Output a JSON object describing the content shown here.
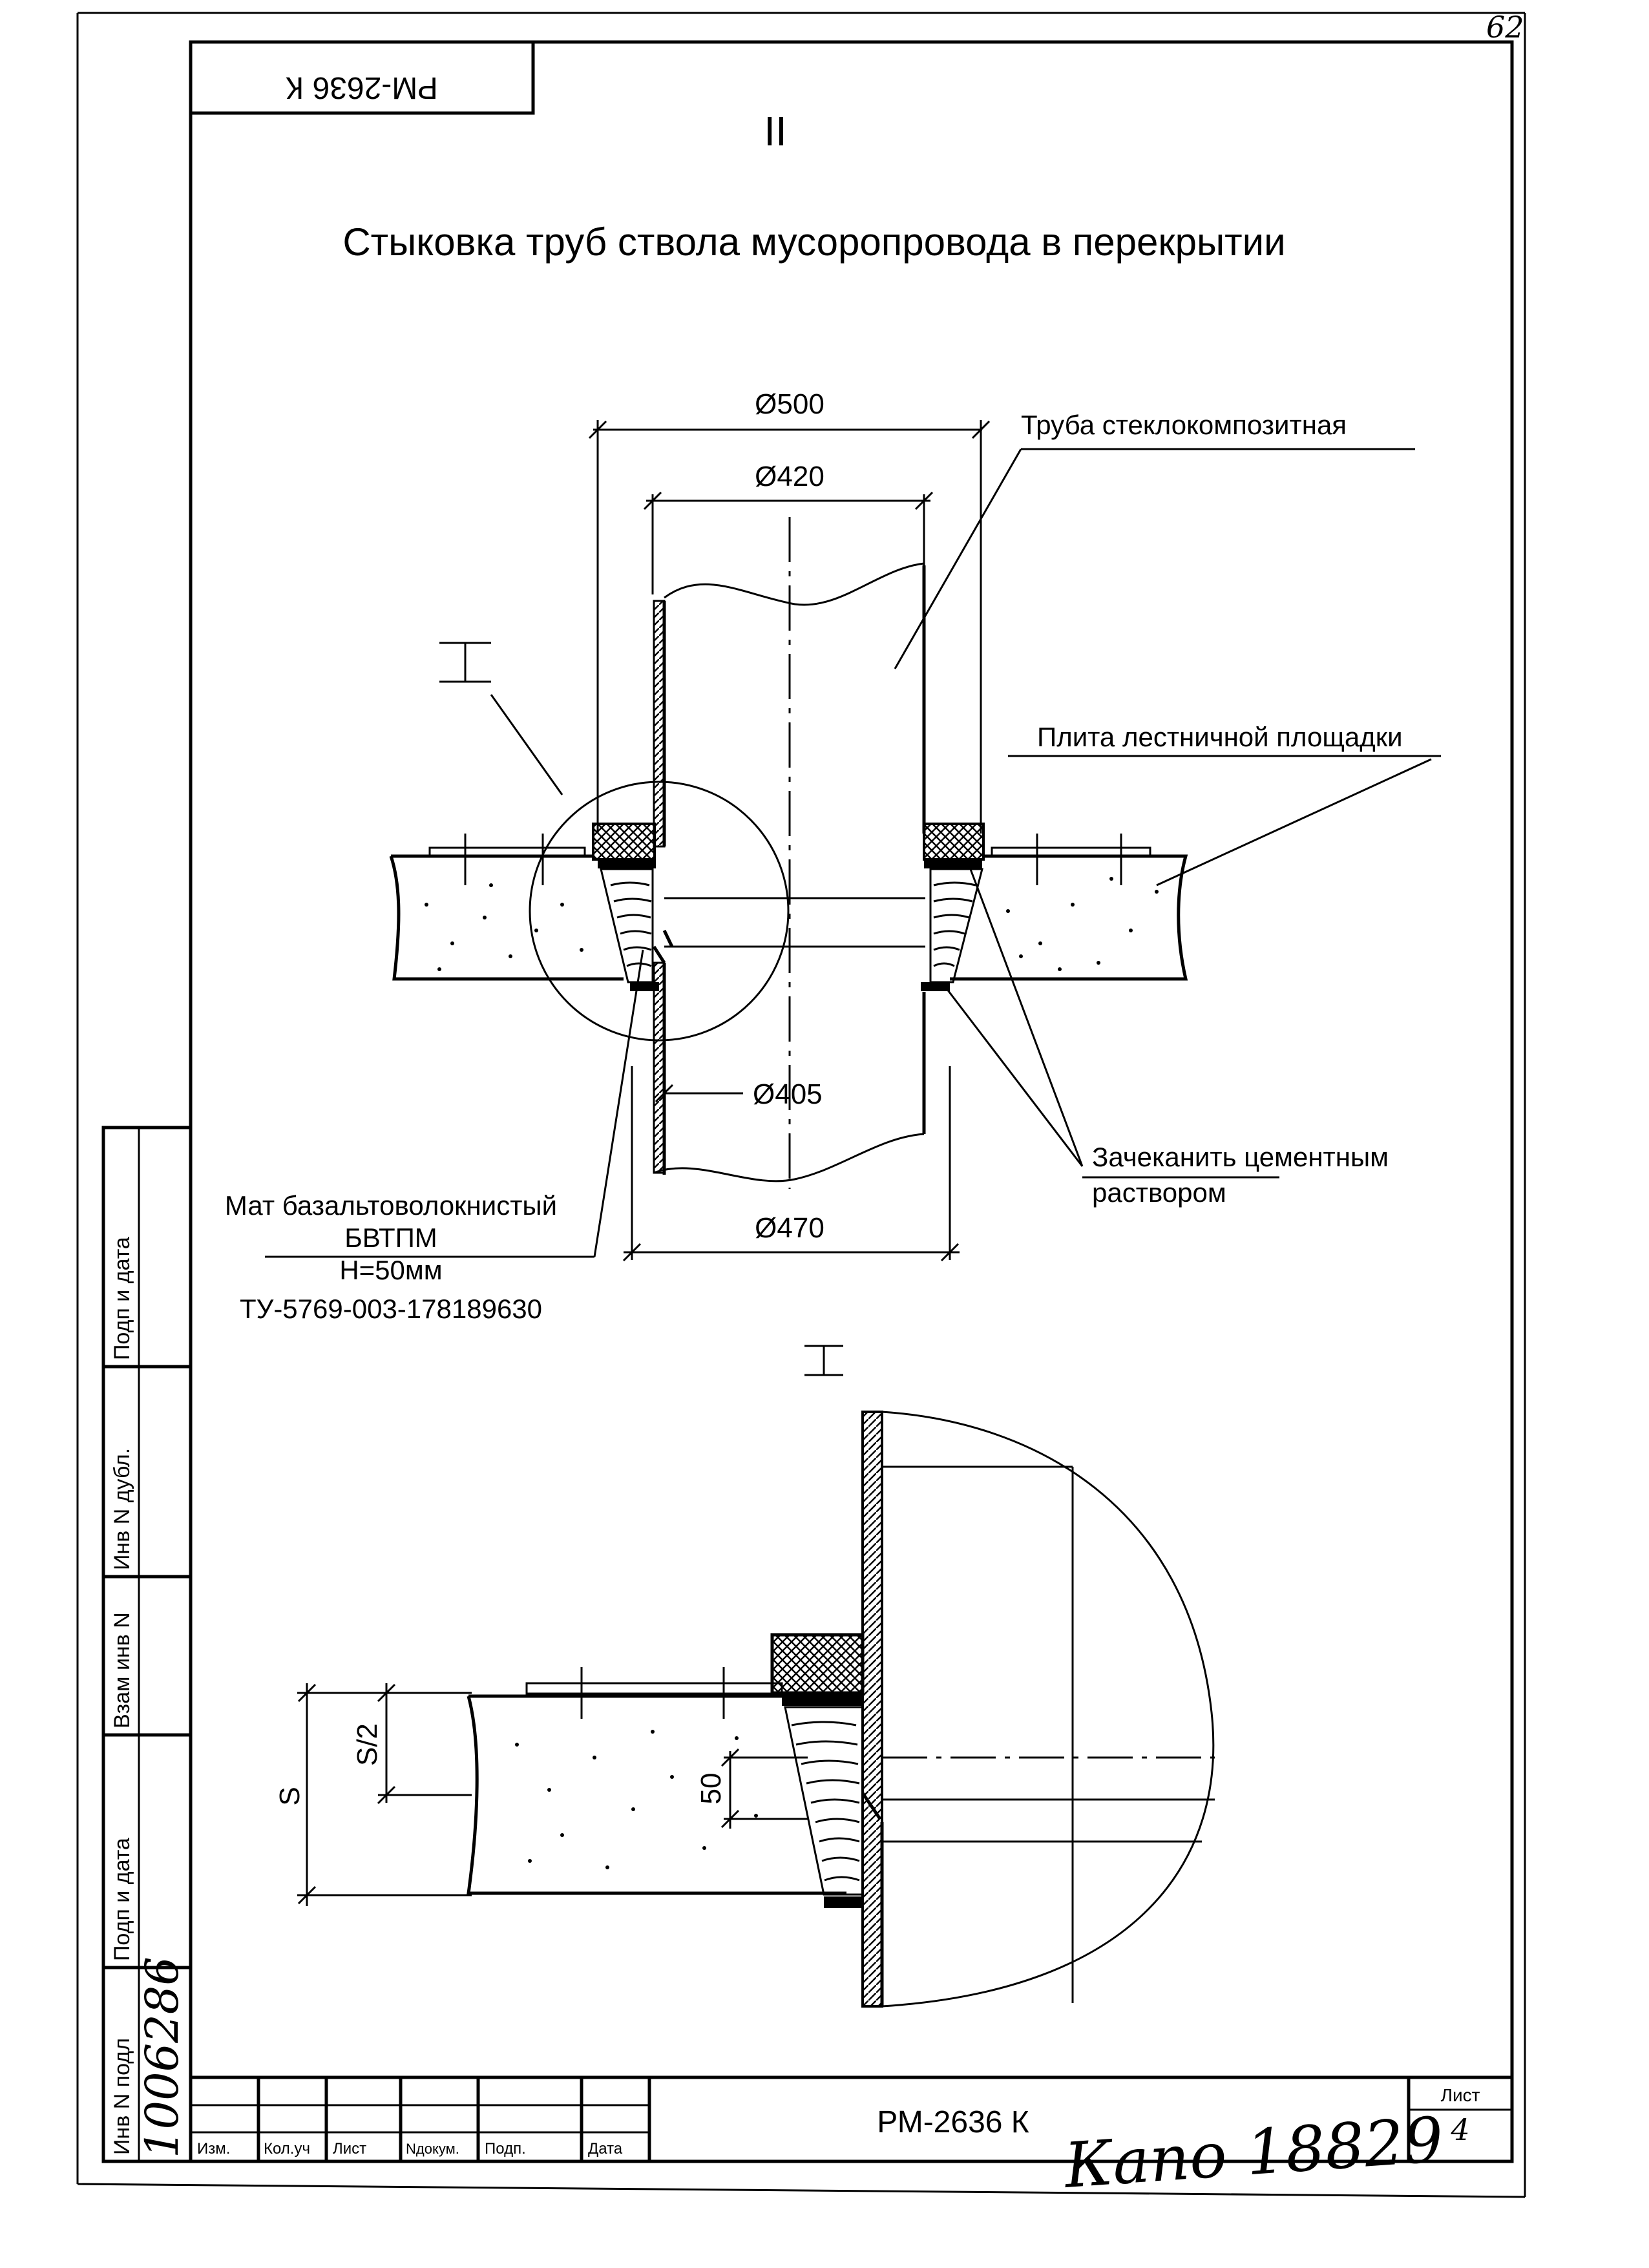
{
  "sheet": {
    "stamp_top": "РМ-2636 К",
    "page_number_handwritten": "62",
    "section_numeral": "II",
    "title": "Стыковка труб ствола мусоропровода в перекрытии"
  },
  "drawing": {
    "dims": {
      "d500": "Ø500",
      "d420": "Ø420",
      "d405": "Ø405",
      "d470": "Ø470"
    },
    "callouts": {
      "pipe": "Труба стеклокомпозитная",
      "slab": "Плита лестничной площадки",
      "caulk_line1": "Зачеканить цементным",
      "caulk_line2": "раствором",
      "mat_line1": "Мат базальтоволокнистый",
      "mat_line2": "БВТПМ",
      "mat_line3": "H=50мм",
      "mat_line4": "ТУ-5769-003-178189630"
    },
    "node_mark": "I",
    "detail": {
      "dim_s": "S",
      "dim_s2": "S/2",
      "dim_50": "50"
    }
  },
  "side_margin": {
    "labels": [
      "Инв N подл",
      "Подп  и дата",
      "Взам инв N",
      "Инв N дубл.",
      "Подп и дата"
    ],
    "inv_value_handwritten": "1006286"
  },
  "title_block": {
    "headers": [
      "Изм.",
      "Кол.уч",
      "Лист",
      "Nдокум.",
      "Подп.",
      "Дата"
    ],
    "code": "РМ-2636 К",
    "sheet_label": "Лист",
    "sheet_number": "4",
    "handwritten_note": "Капо 18829"
  }
}
